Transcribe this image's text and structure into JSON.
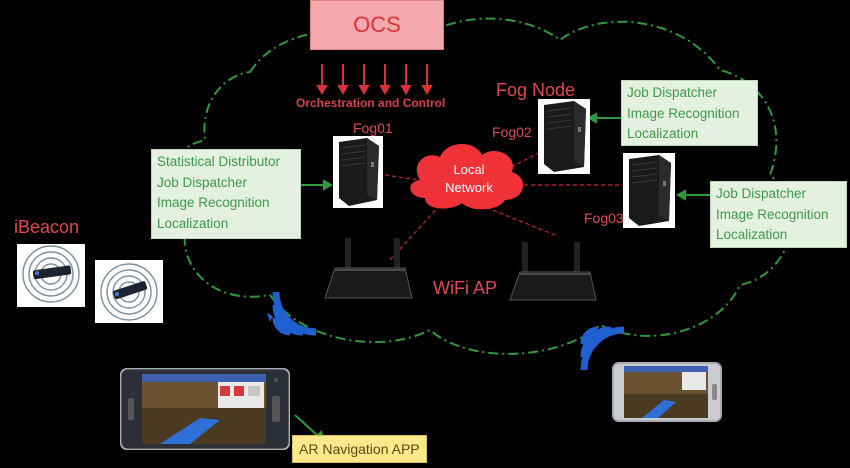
{
  "ocs": {
    "label": "OCS"
  },
  "orchestration_label": "Orchestration and Control",
  "fog_node_label": "Fog Node",
  "fogs": {
    "fog01": "Fog01",
    "fog02": "Fog02",
    "fog03": "Fog03"
  },
  "network": {
    "line1": "Local",
    "line2": "Network"
  },
  "wifi_label": "WiFi AP",
  "ibeacon_label": "iBeacon",
  "boxes": {
    "left": [
      "Statistical Distributor",
      "Job Dispatcher",
      "Image Recognition",
      "Localization"
    ],
    "top_right": [
      "Job Dispatcher",
      "Image Recognition",
      "Localization"
    ],
    "right": [
      "Job Dispatcher",
      "Image Recognition",
      "Localization"
    ]
  },
  "app_label": "AR Navigation APP",
  "colors": {
    "accent_red": "#e04850",
    "green_text": "#3d9b4b",
    "cloud_green": "#2f9a3c",
    "wifi_blue": "#1f5fd0"
  }
}
